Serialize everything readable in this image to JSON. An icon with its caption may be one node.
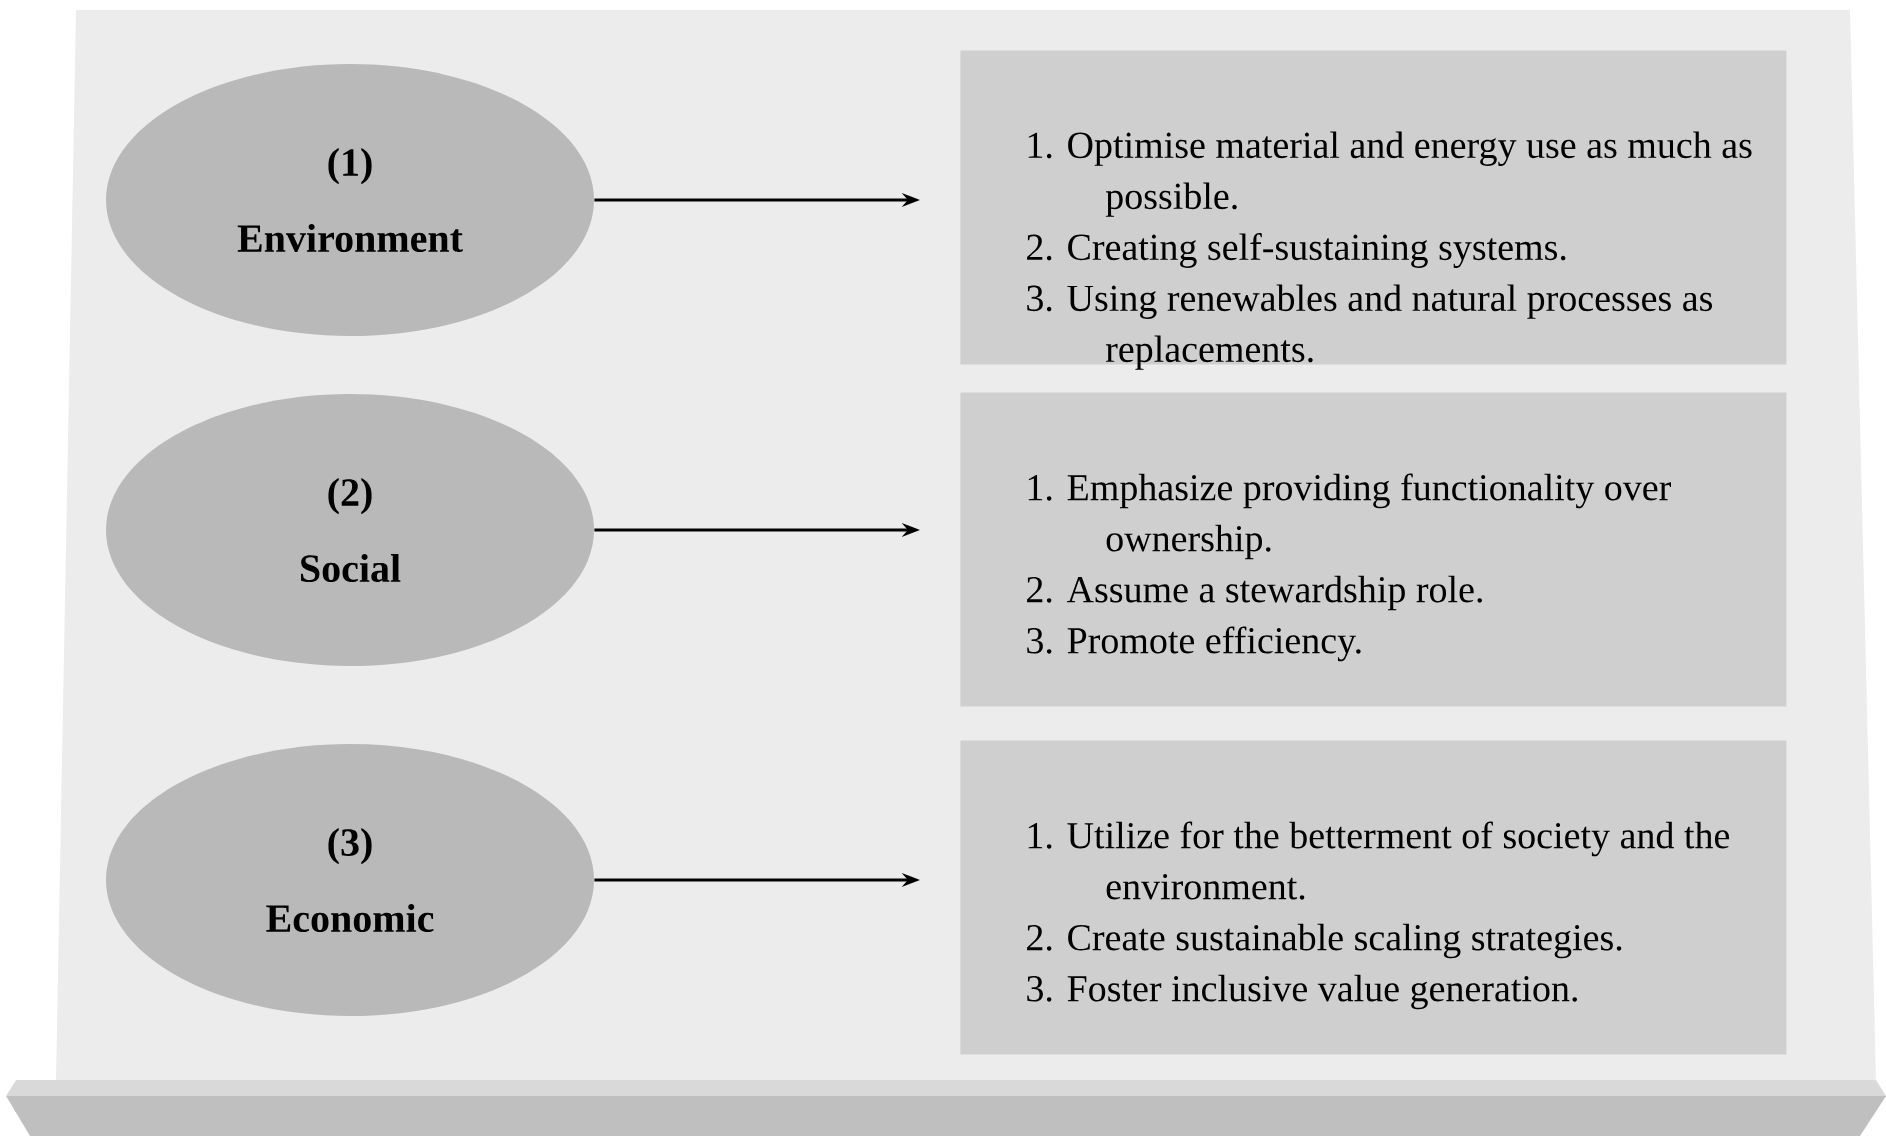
{
  "diagram": {
    "nodes": [
      {
        "text": [
          "(1)",
          "Environment"
        ]
      },
      {
        "text": [
          "1. Optimise material and energy use as much as possible.",
          "2. Creating self-sustaining systems.",
          "3. Using renewables and natural processes as replacements."
        ]
      },
      {
        "text": [
          "(2)",
          "Social"
        ]
      },
      {
        "text": [
          "1. Emphasize providing functionality over ownership.",
          "2. Assume a stewardship role.",
          "3. Promote efficiency."
        ]
      },
      {
        "text": [
          "(3)",
          "Economic"
        ]
      },
      {
        "text": [
          "1. Utilize for the betterment of society and the environment.",
          "2. Create sustainable scaling strategies.",
          "3. Foster inclusive value generation."
        ]
      }
    ],
    "edges": [
      {
        "from": 0,
        "to": 1,
        "arrow": "to"
      },
      {
        "from": 2,
        "to": 3,
        "arrow": "to"
      },
      {
        "from": 4,
        "to": 5,
        "arrow": "to"
      }
    ]
  }
}
